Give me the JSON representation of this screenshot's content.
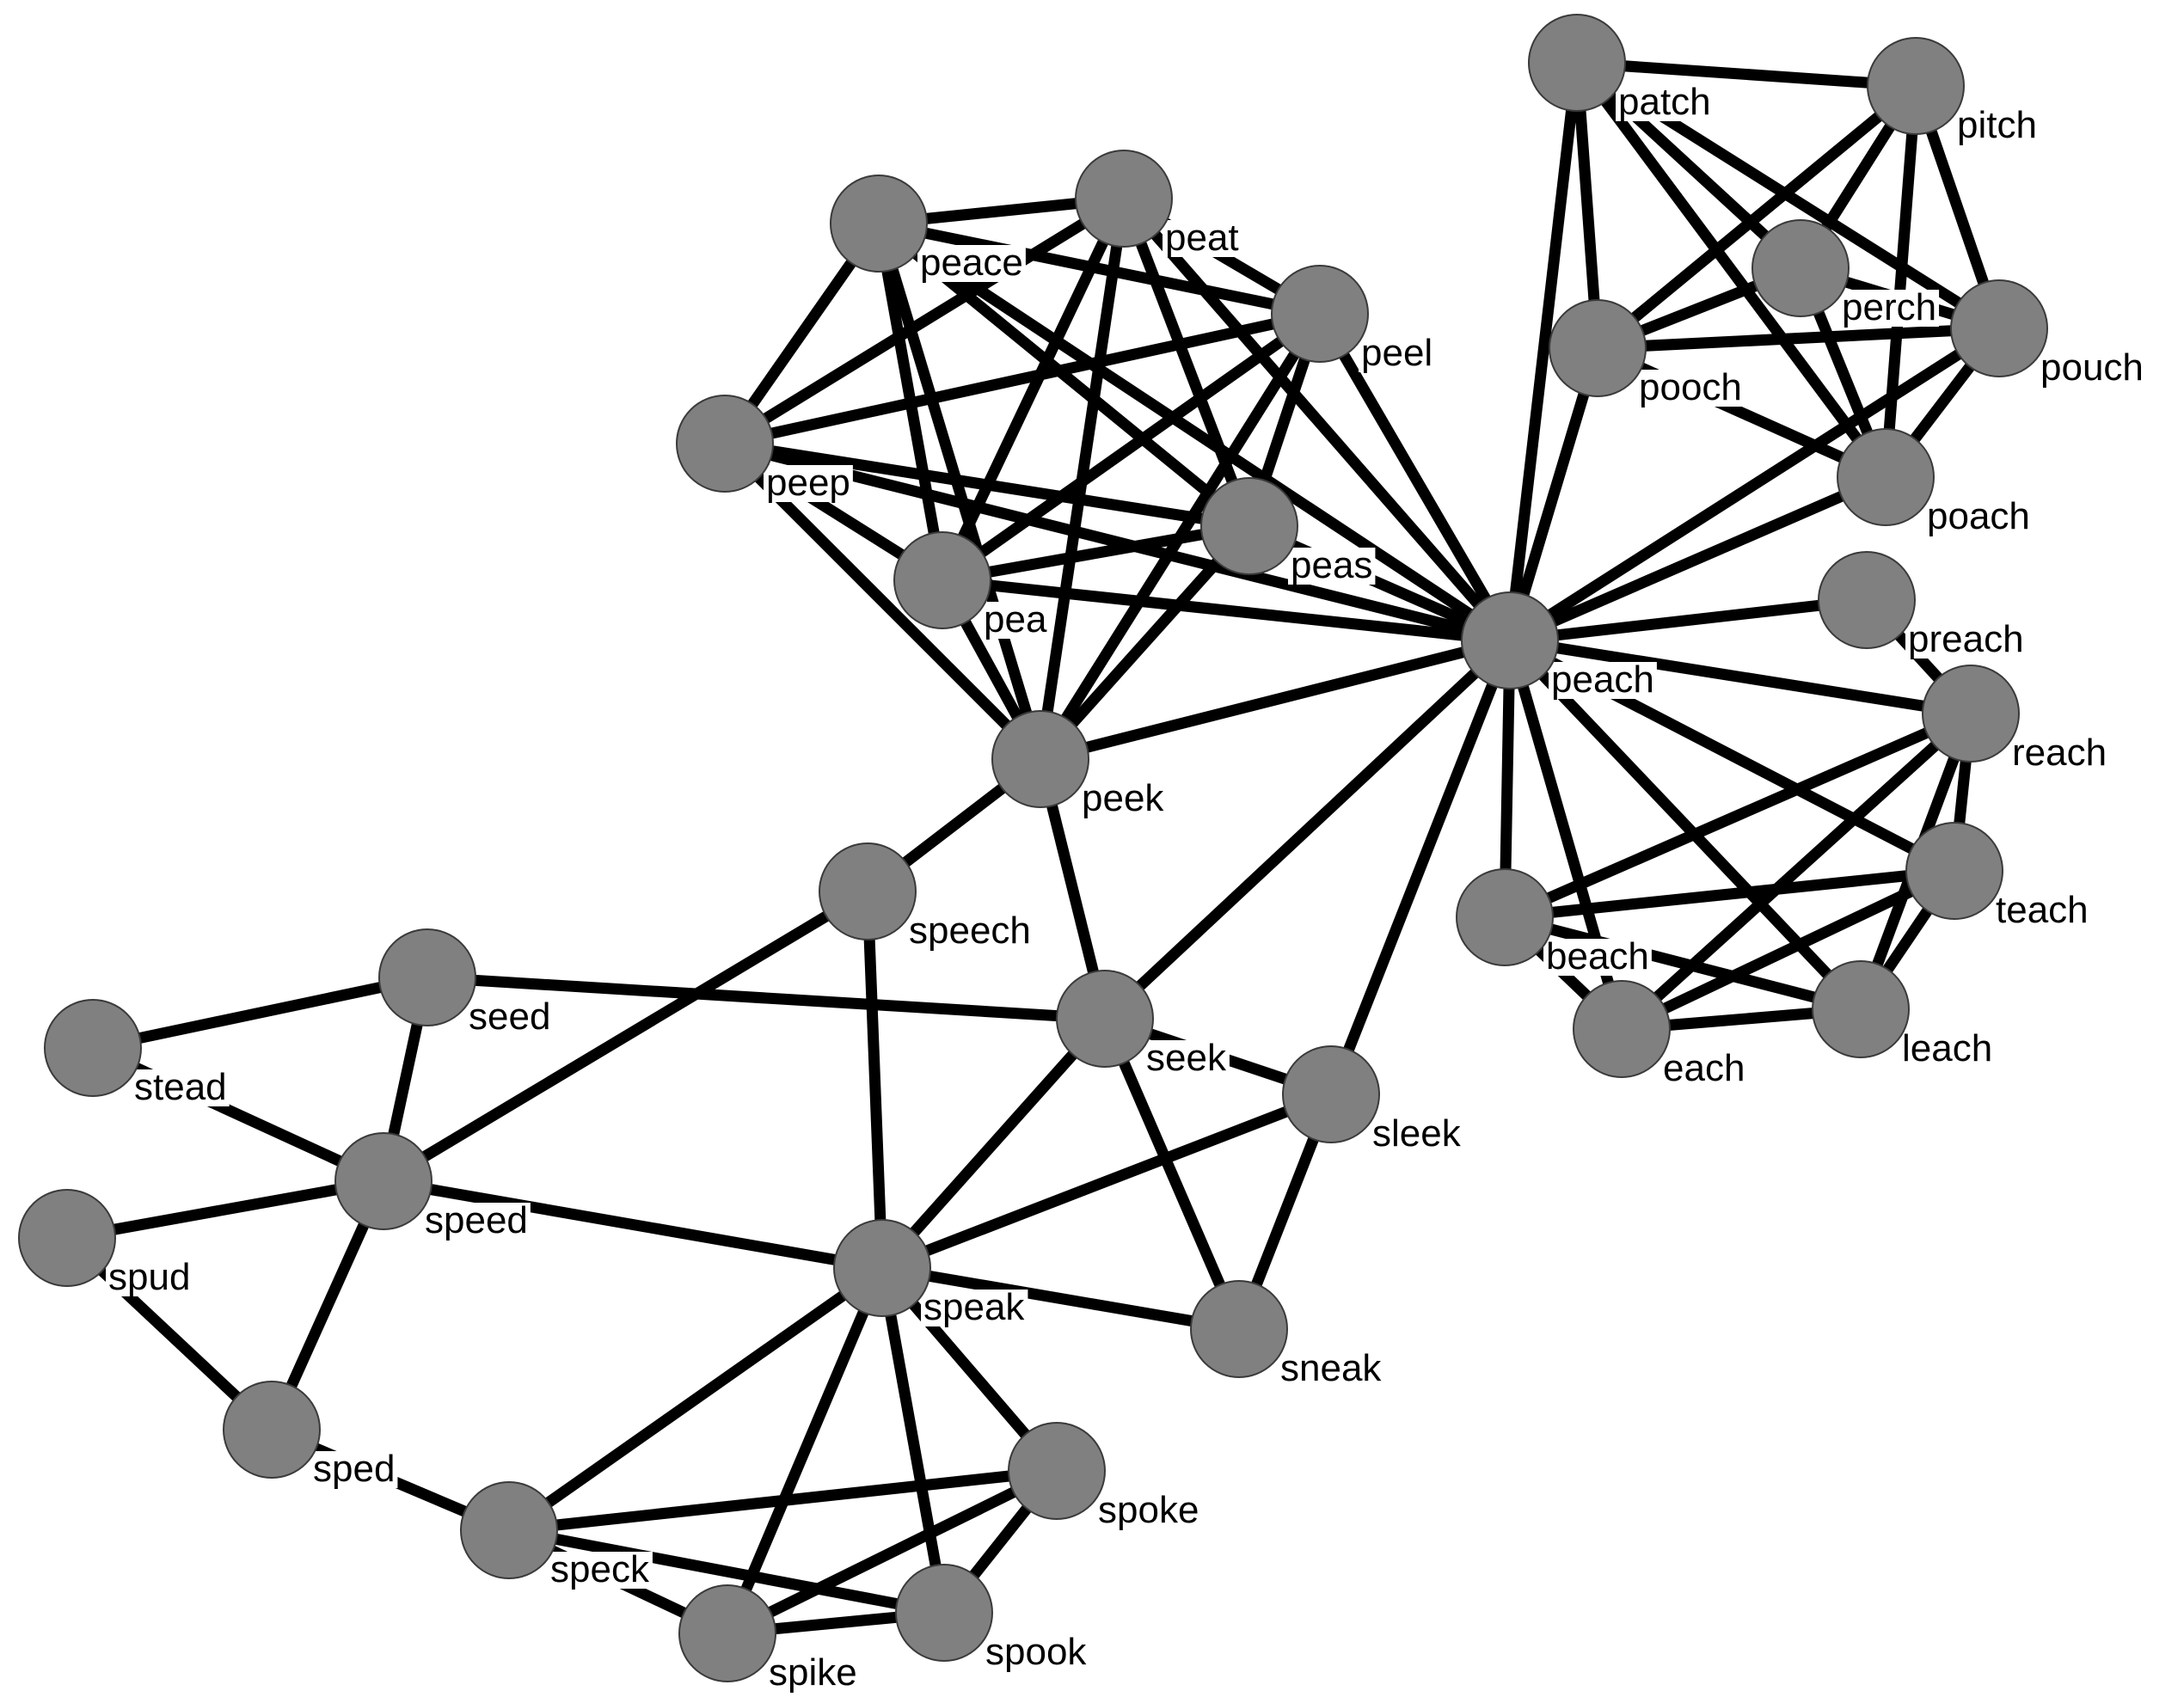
{
  "colors": {
    "node_fill": "#808080",
    "node_stroke": "#3a3a3a",
    "edge": "#000000",
    "label": "#000000",
    "background": "#ffffff"
  },
  "nodes": [
    {
      "id": "patch",
      "label": "patch"
    },
    {
      "id": "pitch",
      "label": "pitch"
    },
    {
      "id": "perch",
      "label": "perch"
    },
    {
      "id": "pooch",
      "label": "pooch"
    },
    {
      "id": "pouch",
      "label": "pouch"
    },
    {
      "id": "poach",
      "label": "poach"
    },
    {
      "id": "peace",
      "label": "peace"
    },
    {
      "id": "peat",
      "label": "peat"
    },
    {
      "id": "peel",
      "label": "peel"
    },
    {
      "id": "peep",
      "label": "peep"
    },
    {
      "id": "peas",
      "label": "peas"
    },
    {
      "id": "pea",
      "label": "pea"
    },
    {
      "id": "peach",
      "label": "peach"
    },
    {
      "id": "preach",
      "label": "preach"
    },
    {
      "id": "reach",
      "label": "reach"
    },
    {
      "id": "teach",
      "label": "teach"
    },
    {
      "id": "beach",
      "label": "beach"
    },
    {
      "id": "each",
      "label": "each"
    },
    {
      "id": "leach",
      "label": "leach"
    },
    {
      "id": "peek",
      "label": "peek"
    },
    {
      "id": "speech",
      "label": "speech"
    },
    {
      "id": "seed",
      "label": "seed"
    },
    {
      "id": "seek",
      "label": "seek"
    },
    {
      "id": "stead",
      "label": "stead"
    },
    {
      "id": "sleek",
      "label": "sleek"
    },
    {
      "id": "speed",
      "label": "speed"
    },
    {
      "id": "spud",
      "label": "spud"
    },
    {
      "id": "speak",
      "label": "speak"
    },
    {
      "id": "sneak",
      "label": "sneak"
    },
    {
      "id": "sped",
      "label": "sped"
    },
    {
      "id": "spoke",
      "label": "spoke"
    },
    {
      "id": "speck",
      "label": "speck"
    },
    {
      "id": "spike",
      "label": "spike"
    },
    {
      "id": "spook",
      "label": "spook"
    }
  ],
  "edges": [
    [
      "patch",
      "pitch"
    ],
    [
      "patch",
      "pooch"
    ],
    [
      "patch",
      "perch"
    ],
    [
      "patch",
      "pouch"
    ],
    [
      "patch",
      "poach"
    ],
    [
      "patch",
      "peach"
    ],
    [
      "pitch",
      "pooch"
    ],
    [
      "pitch",
      "perch"
    ],
    [
      "pitch",
      "pouch"
    ],
    [
      "pitch",
      "poach"
    ],
    [
      "perch",
      "pooch"
    ],
    [
      "perch",
      "pouch"
    ],
    [
      "perch",
      "poach"
    ],
    [
      "pooch",
      "pouch"
    ],
    [
      "pooch",
      "poach"
    ],
    [
      "pooch",
      "peach"
    ],
    [
      "pouch",
      "poach"
    ],
    [
      "pouch",
      "peach"
    ],
    [
      "poach",
      "peach"
    ],
    [
      "peace",
      "peat"
    ],
    [
      "peace",
      "peep"
    ],
    [
      "peace",
      "pea"
    ],
    [
      "peace",
      "peas"
    ],
    [
      "peace",
      "peek"
    ],
    [
      "peace",
      "peach"
    ],
    [
      "peat",
      "peel"
    ],
    [
      "peat",
      "peep"
    ],
    [
      "peat",
      "pea"
    ],
    [
      "peat",
      "peas"
    ],
    [
      "peat",
      "peek"
    ],
    [
      "peat",
      "peach"
    ],
    [
      "peel",
      "peace"
    ],
    [
      "peel",
      "peep"
    ],
    [
      "peel",
      "pea"
    ],
    [
      "peel",
      "peas"
    ],
    [
      "peel",
      "peek"
    ],
    [
      "peel",
      "peach"
    ],
    [
      "peep",
      "pea"
    ],
    [
      "peep",
      "peas"
    ],
    [
      "peep",
      "peek"
    ],
    [
      "peep",
      "peach"
    ],
    [
      "pea",
      "peas"
    ],
    [
      "pea",
      "peek"
    ],
    [
      "pea",
      "peach"
    ],
    [
      "peas",
      "peek"
    ],
    [
      "peas",
      "peach"
    ],
    [
      "peek",
      "peach"
    ],
    [
      "peek",
      "speech"
    ],
    [
      "peek",
      "seek"
    ],
    [
      "peach",
      "preach"
    ],
    [
      "peach",
      "reach"
    ],
    [
      "peach",
      "teach"
    ],
    [
      "peach",
      "beach"
    ],
    [
      "peach",
      "each"
    ],
    [
      "peach",
      "leach"
    ],
    [
      "peach",
      "seek"
    ],
    [
      "peach",
      "sleek"
    ],
    [
      "preach",
      "reach"
    ],
    [
      "reach",
      "teach"
    ],
    [
      "reach",
      "beach"
    ],
    [
      "reach",
      "each"
    ],
    [
      "reach",
      "leach"
    ],
    [
      "teach",
      "beach"
    ],
    [
      "teach",
      "each"
    ],
    [
      "teach",
      "leach"
    ],
    [
      "beach",
      "each"
    ],
    [
      "beach",
      "leach"
    ],
    [
      "each",
      "leach"
    ],
    [
      "speech",
      "speed"
    ],
    [
      "speech",
      "speak"
    ],
    [
      "seed",
      "seek"
    ],
    [
      "seed",
      "stead"
    ],
    [
      "seed",
      "speed"
    ],
    [
      "seek",
      "sleek"
    ],
    [
      "seek",
      "sneak"
    ],
    [
      "seek",
      "speak"
    ],
    [
      "stead",
      "speed"
    ],
    [
      "sleek",
      "sneak"
    ],
    [
      "sleek",
      "speak"
    ],
    [
      "speed",
      "spud"
    ],
    [
      "speed",
      "sped"
    ],
    [
      "speed",
      "speak"
    ],
    [
      "spud",
      "sped"
    ],
    [
      "sped",
      "speck"
    ],
    [
      "speak",
      "sneak"
    ],
    [
      "speak",
      "speck"
    ],
    [
      "speak",
      "spoke"
    ],
    [
      "speak",
      "spike"
    ],
    [
      "speak",
      "spook"
    ],
    [
      "speck",
      "spoke"
    ],
    [
      "speck",
      "spike"
    ],
    [
      "speck",
      "spook"
    ],
    [
      "spoke",
      "spike"
    ],
    [
      "spoke",
      "spook"
    ],
    [
      "spike",
      "spook"
    ]
  ]
}
